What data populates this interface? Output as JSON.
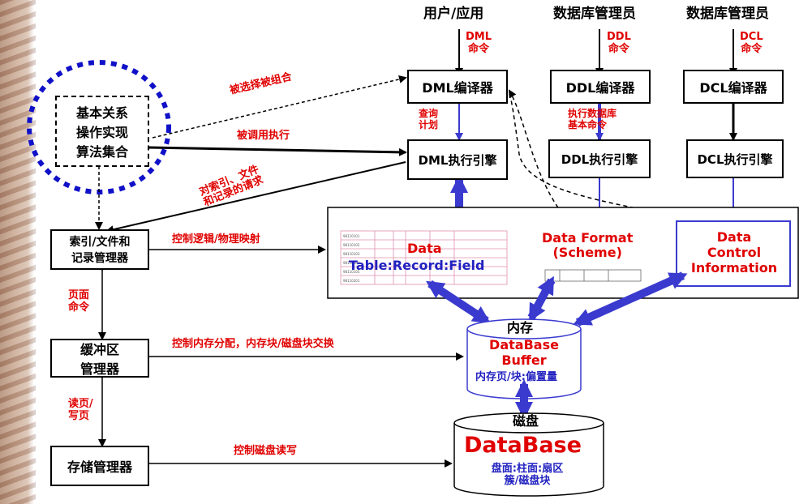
{
  "actors": {
    "user_app": "用户/应用",
    "dba1": "数据库管理员",
    "dba2": "数据库管理员"
  },
  "command_labels": {
    "dml": [
      "DML",
      "命令"
    ],
    "ddl": [
      "DDL",
      "命令"
    ],
    "dcl": [
      "DCL",
      "命令"
    ],
    "query_plan": [
      "查询",
      "计划"
    ],
    "ddl_exec": [
      "执行数据库",
      "基本命令"
    ],
    "page_cmd": [
      "页面",
      "命令"
    ],
    "read_write": [
      "读页/",
      "写页"
    ]
  },
  "boxes": {
    "algo_set": [
      "基本关系",
      "操作实现",
      "算法集合"
    ],
    "dml_compiler": "DML编译器",
    "ddl_compiler": "DDL编译器",
    "dcl_compiler": "DCL编译器",
    "dml_engine": "DML执行引擎",
    "ddl_engine": "DDL执行引擎",
    "dcl_engine": "DCL执行引擎",
    "index_file_record": [
      "索引/文件和",
      "记录管理器"
    ],
    "buffer_mgr": [
      "缓冲区",
      "管理器"
    ],
    "storage_mgr": "存储管理器"
  },
  "edge_labels": {
    "selected_combined": "被选择被组合",
    "called_executed": "被调用执行",
    "index_file_record_req": [
      "对索引、文件",
      "和记录的请求"
    ],
    "logic_physical_map": "控制逻辑/物理映射",
    "mem_alloc": "控制内存分配，内存块/磁盘块交换",
    "disk_rw": "控制磁盘读写"
  },
  "data_panel": {
    "data_title": "Data",
    "data_sub": "Table:Record:Field",
    "format_title": "Data Format",
    "format_sub": "(Scheme)",
    "control": [
      "Data",
      "Control",
      "Information"
    ]
  },
  "memory": {
    "title": "内存",
    "name": [
      "DataBase",
      "Buffer"
    ],
    "sub": "内存页/块:偏置量"
  },
  "disk": {
    "title": "磁盘",
    "name": "DataBase",
    "sub": [
      "盘面:柱面:扇区",
      "簇/磁盘块"
    ]
  },
  "colors": {
    "red": "#e00000",
    "blue": "#2020c0",
    "arrow_blue": "#3a3acf",
    "dots": "#1010c8"
  }
}
